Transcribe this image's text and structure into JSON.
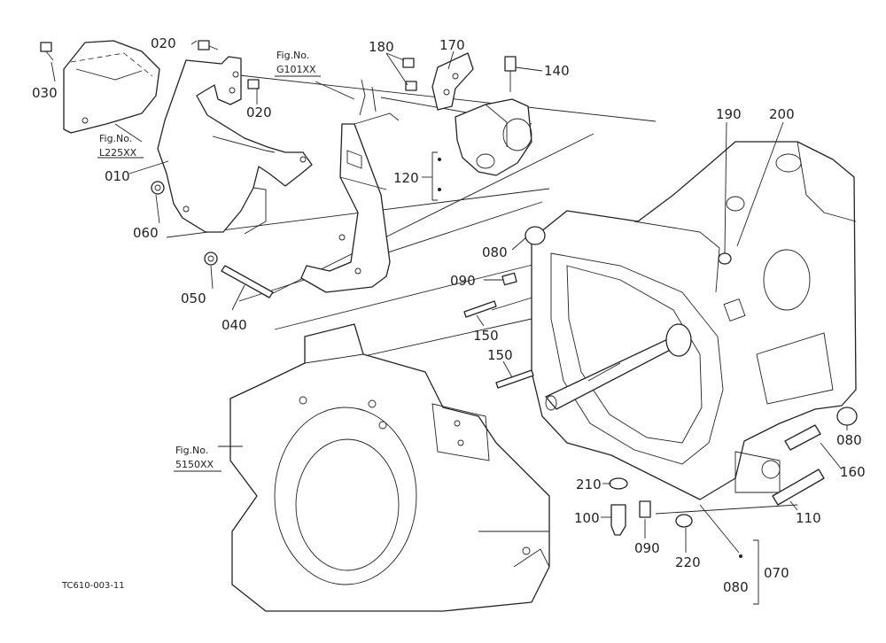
{
  "callouts": {
    "c020a": "020",
    "c020b": "020",
    "c030": "030",
    "c010": "010",
    "c060": "060",
    "c050": "050",
    "c040": "040",
    "c180": "180",
    "c170": "170",
    "c140": "140",
    "c120": "120",
    "c190": "190",
    "c200": "200",
    "c080a": "080",
    "c090a": "090",
    "c150a": "150",
    "c150b": "150",
    "c080b": "080",
    "c160": "160",
    "c110": "110",
    "c210": "210",
    "c100": "100",
    "c090b": "090",
    "c220": "220",
    "c070": "070",
    "c080c": "080"
  },
  "figure_refs": {
    "l225": {
      "line1": "Fig.No.",
      "line2": "L225XX"
    },
    "g101": {
      "line1": "Fig.No.",
      "line2": "G101XX"
    },
    "s5150": {
      "line1": "Fig.No.",
      "line2": "5150XX"
    }
  },
  "drawing_code": "TC610-003-11"
}
